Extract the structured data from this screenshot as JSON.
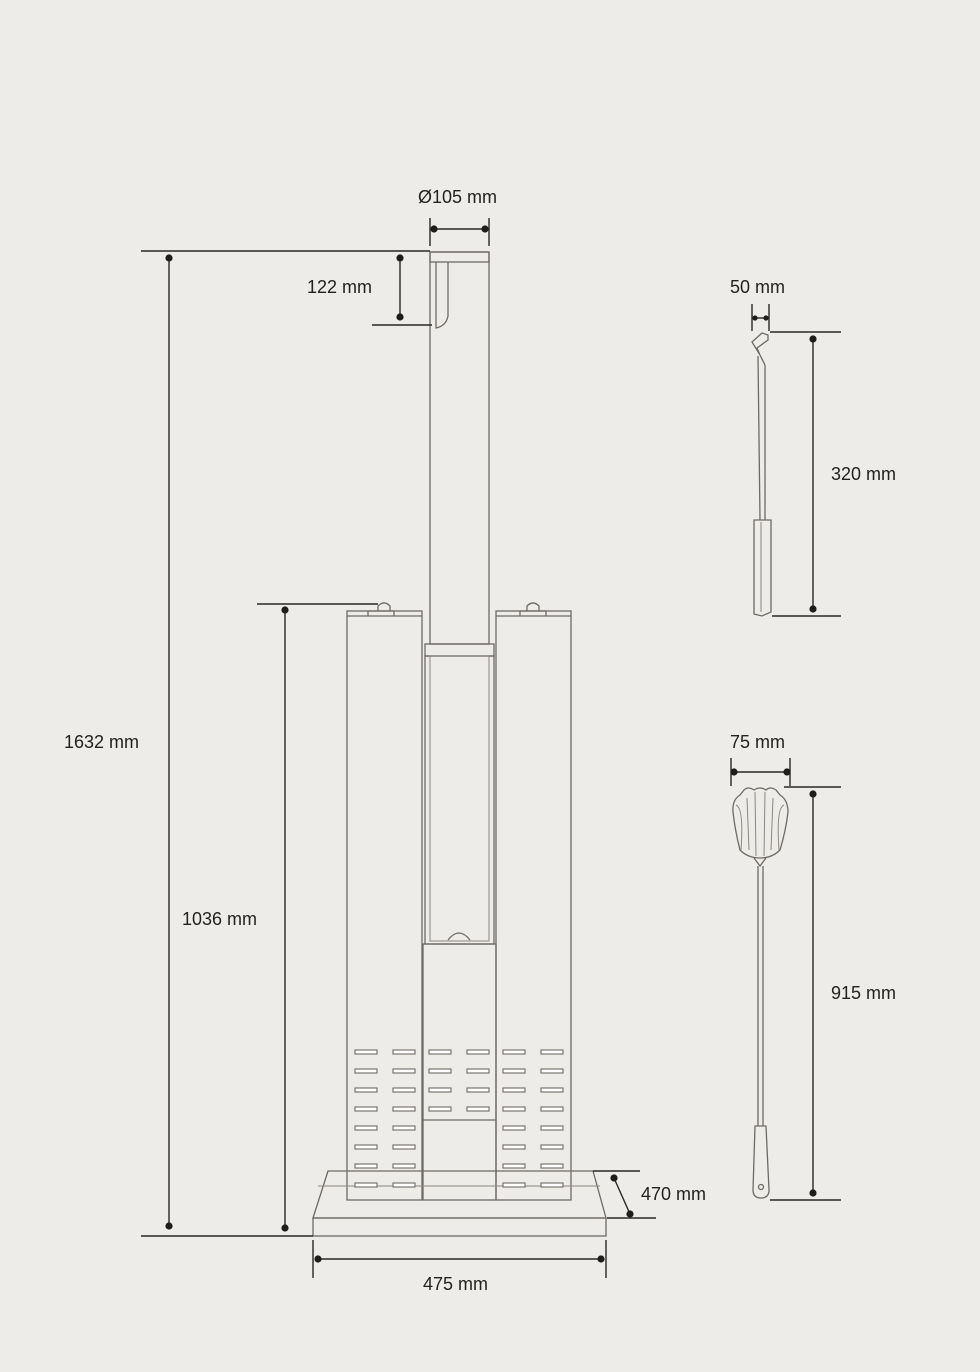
{
  "dimensions": {
    "total_height": "1632 mm",
    "body_height": "1036 mm",
    "top_section": "122 mm",
    "tube_diameter": "Ø105 mm",
    "base_width": "475 mm",
    "base_depth": "470 mm",
    "tool_small_width": "50 mm",
    "tool_small_length": "320 mm",
    "brush_width": "75 mm",
    "brush_length": "915 mm"
  }
}
